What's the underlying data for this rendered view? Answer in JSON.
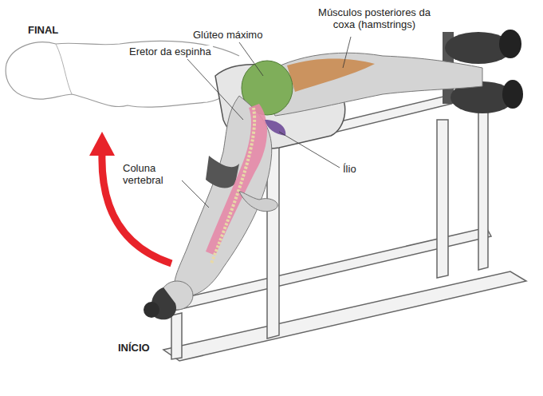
{
  "diagram": {
    "labels": [
      "FINAL",
      "Glúteo máximo",
      "Músculos posteriores da coxa (hamstrings)",
      "Eretor da espinha",
      "Coluna vertebral",
      "Ílio",
      "INÍCIO"
    ]
  }
}
